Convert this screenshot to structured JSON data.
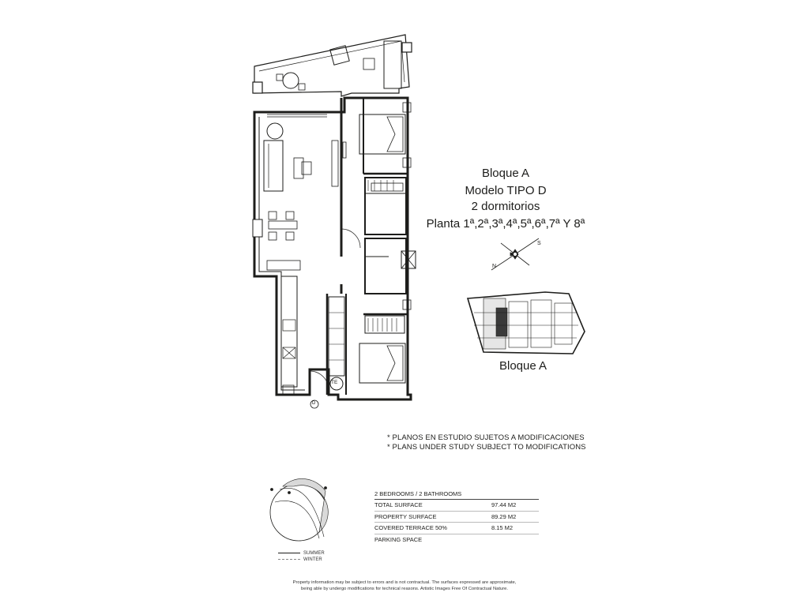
{
  "heading": {
    "block": "Bloque A",
    "model": "Modelo TIPO D",
    "bedrooms_es": "2 dormitorios",
    "floors": "Planta 1ª,2ª,3ª,4ª,5ª,6ª,7ª Y 8ª"
  },
  "compass_letters": {
    "north": "N",
    "south": "S"
  },
  "key_plan": {
    "label": "Bloque A"
  },
  "notes": [
    "* PLANOS EN ESTUDIO SUJETOS A MODIFICACIONES",
    "* PLANS UNDER STUDY SUBJECT TO MODIFICATIONS"
  ],
  "plan_labels": {
    "water_heater": "TE",
    "entrance": "D"
  },
  "surfaces": {
    "header": "2 BEDROOMS / 2 BATHROOMS",
    "rows": [
      {
        "label": "TOTAL SURFACE",
        "value": "97.44 M2"
      },
      {
        "label": "PROPERTY SURFACE",
        "value": "89.29 M2"
      },
      {
        "label": "COVERED TERRACE 50%",
        "value": "8.15 M2"
      },
      {
        "label": "PARKING SPACE",
        "value": ""
      }
    ]
  },
  "sun_legend": {
    "summer": "SUMMER",
    "winter": "WINTER"
  },
  "disclaimer": [
    "Property information may be subject to errors and is not contractual. The surfaces expressed are approximate,",
    "being able by undergo modifications for technical reasons. Artistic Images Free Of Contractual Nature."
  ],
  "colors": {
    "line": "#1d1d1b",
    "fill_gray": "#d9d9d9"
  }
}
